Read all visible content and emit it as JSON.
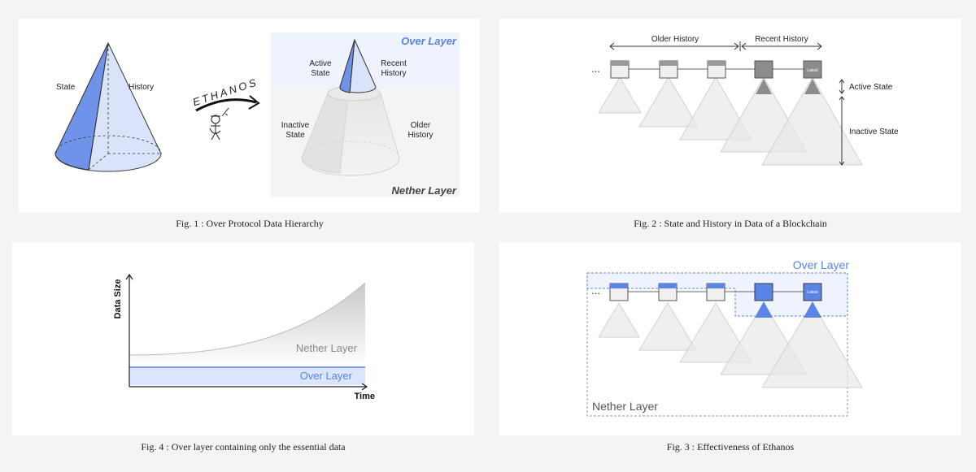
{
  "colors": {
    "blue": "#5a84e6",
    "blue_light": "#d7e2fb",
    "blue_bg": "#eef3fd",
    "gray": "#8e8e8e",
    "gray_light": "#e9e9e9"
  },
  "fig1": {
    "state": "State",
    "history": "History",
    "ethanos": "ETHANOS",
    "over_layer": "Over Layer",
    "nether_layer": "Nether Layer",
    "active_state": [
      "Active",
      "State"
    ],
    "recent_history": [
      "Recent",
      "History"
    ],
    "inactive_state": [
      "Inactive",
      "State"
    ],
    "older_history": [
      "Older",
      "History"
    ],
    "caption": "Fig. 1 : Over Protocol Data Hierarchy"
  },
  "fig2": {
    "ellipsis": "...",
    "older_history": "Older History",
    "recent_history": "Recent History",
    "latest": "Latest",
    "active_state": "Active State",
    "inactive_state": "Inactive State",
    "caption": "Fig. 2 : State and History in Data of a Blockchain"
  },
  "fig3": {
    "ellipsis": "...",
    "over_layer": "Over Layer",
    "nether_layer": "Nether Layer",
    "latest": "Latest",
    "caption": "Fig. 3 : Effectiveness of Ethanos"
  },
  "fig4": {
    "ylabel": "Data Size",
    "xlabel": "Time",
    "nether_layer": "Nether Layer",
    "over_layer": "Over Layer",
    "caption": "Fig. 4 : Over layer containing only the essential data"
  }
}
